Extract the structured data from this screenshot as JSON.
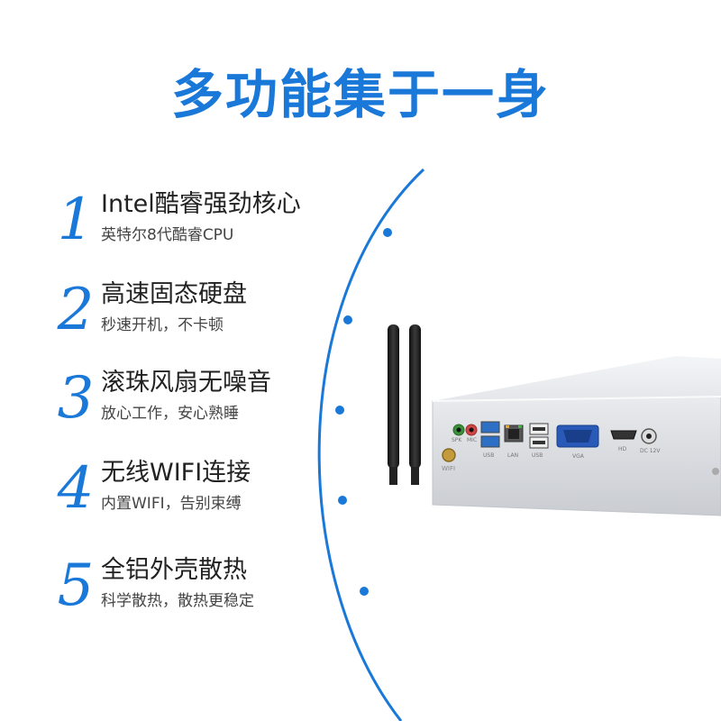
{
  "title": "多功能集于一身",
  "features": [
    {
      "num": "1",
      "title": "Intel酷睿强劲核心",
      "sub": "英特尔8代酷睿CPU"
    },
    {
      "num": "2",
      "title": "高速固态硬盘",
      "sub": "秒速开机，不卡顿"
    },
    {
      "num": "3",
      "title": "滚珠风扇无噪音",
      "sub": "放心工作，安心熟睡"
    },
    {
      "num": "4",
      "title": "无线WIFI连接",
      "sub": "内置WIFI，告别束缚"
    },
    {
      "num": "5",
      "title": "全铝外壳散热",
      "sub": "科学散热，散热更稳定"
    }
  ],
  "ports": {
    "spk": "SPK",
    "mic": "MIC",
    "usb1": "USB",
    "lan": "LAN",
    "usb2": "USB",
    "vga": "VGA",
    "hd": "HD",
    "dc": "DC 12V",
    "wifi": "WIFI"
  },
  "colors": {
    "accent": "#1a78d8",
    "arc": "#1a78d8"
  }
}
